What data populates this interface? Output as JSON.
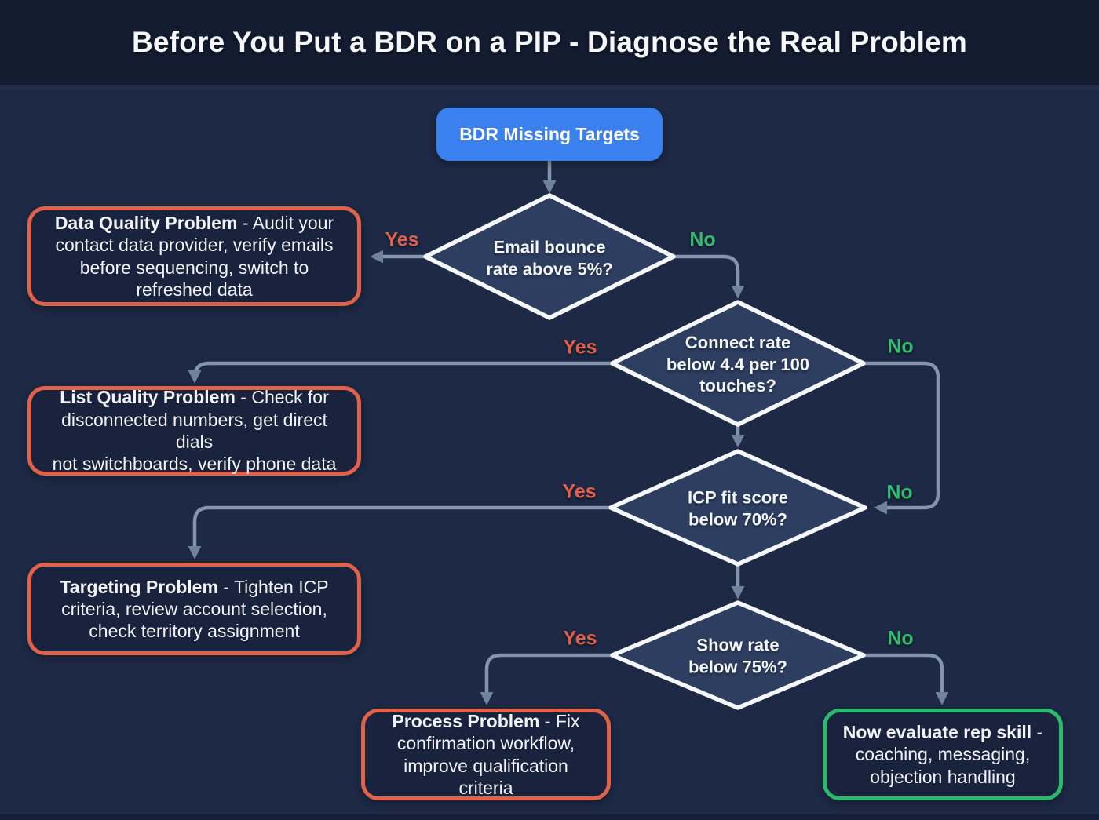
{
  "header": {
    "title": "Before You Put a BDR on a PIP - Diagnose the Real Problem"
  },
  "start": {
    "label": "BDR Missing Targets"
  },
  "decisions": [
    {
      "question": "Email bounce\nrate above 5%?"
    },
    {
      "question": "Connect rate\nbelow 4.4 per 100\ntouches?"
    },
    {
      "question": "ICP fit score\nbelow 70%?"
    },
    {
      "question": "Show rate\nbelow 75%?"
    }
  ],
  "outcomes": [
    {
      "title": "Data Quality Problem",
      "body": "- Audit your\ncontact data provider, verify emails\nbefore sequencing, switch to\nrefreshed data",
      "type": "problem"
    },
    {
      "title": "List Quality Problem",
      "body": "- Check for\ndisconnected numbers, get direct dials\nnot switchboards, verify phone data",
      "type": "problem"
    },
    {
      "title": "Targeting Problem",
      "body": "- Tighten ICP\ncriteria, review account selection,\ncheck territory assignment",
      "type": "problem"
    },
    {
      "title": "Process Problem",
      "body": "- Fix\nconfirmation workflow,\nimprove qualification criteria",
      "type": "problem"
    },
    {
      "title": "Now evaluate rep skill",
      "body": "-\ncoaching, messaging,\nobjection handling",
      "type": "success"
    }
  ],
  "branch_labels": {
    "yes": "Yes",
    "no": "No"
  },
  "colors": {
    "header_bg": "#131c30",
    "body_bg": "#1d2945",
    "start_blue": "#3b80ef",
    "diamond_fill": "#2e3e61",
    "diamond_stroke": "#f5f8fd",
    "problem_border": "#e0624a",
    "success_border": "#2cb96c",
    "yes_label": "#e0604b",
    "no_label": "#34bb70",
    "connector": "#8594ad",
    "arrowhead": "#71829f"
  }
}
